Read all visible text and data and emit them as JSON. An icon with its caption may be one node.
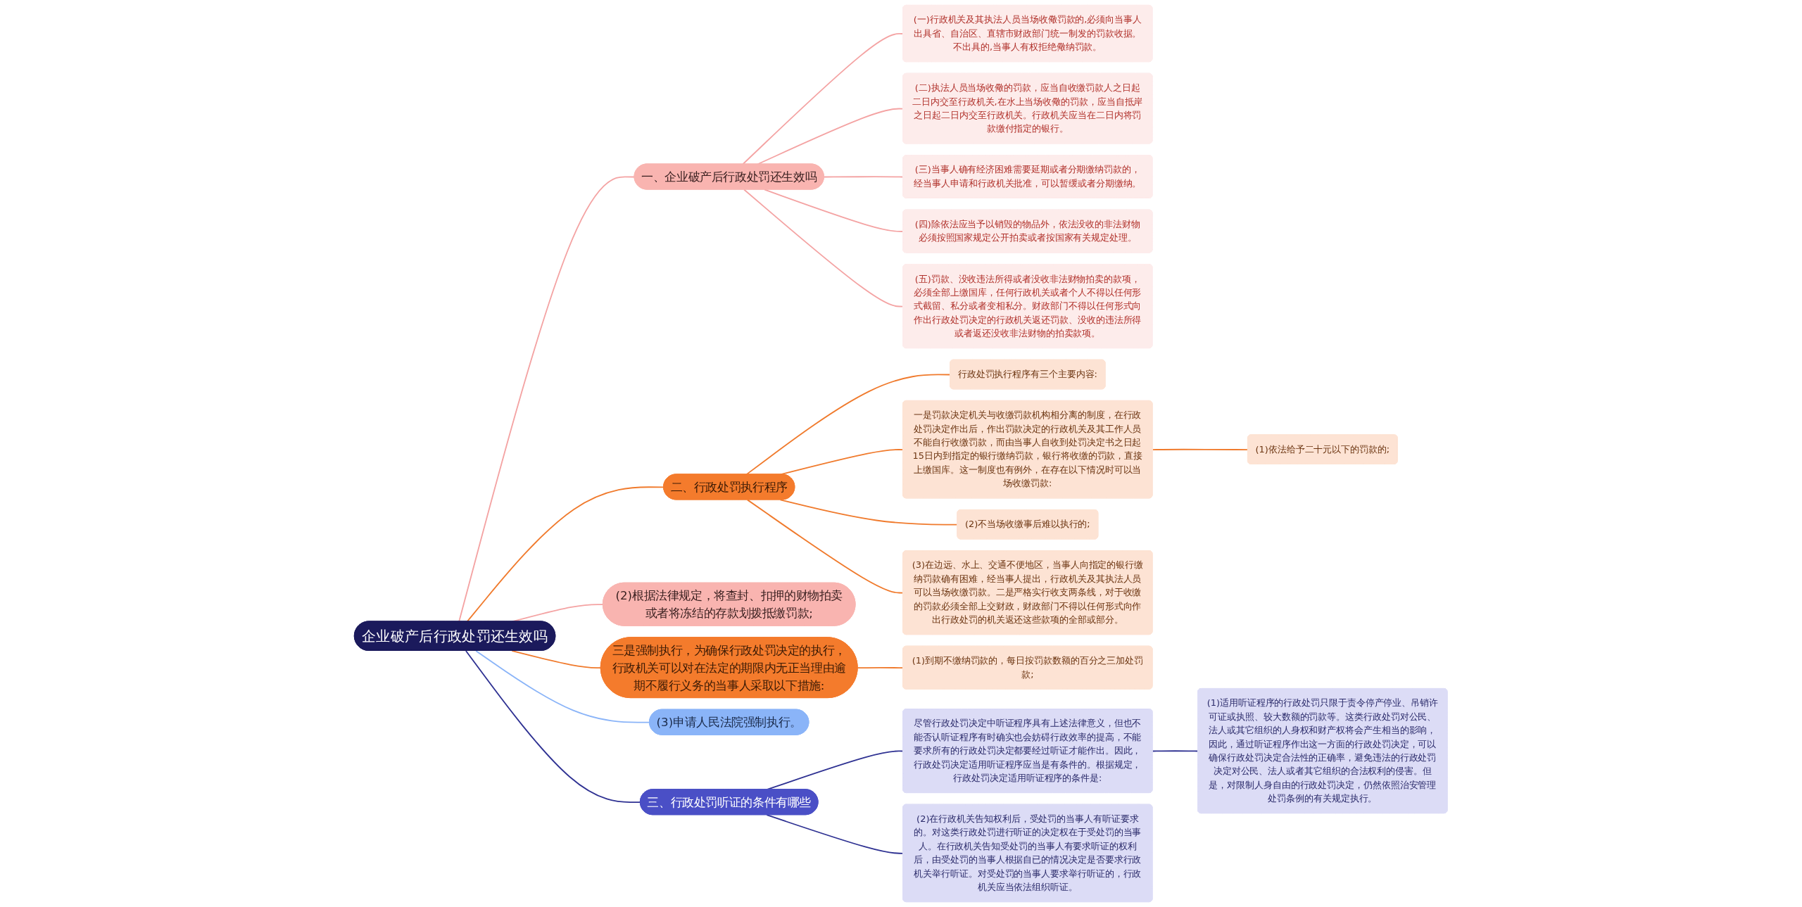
{
  "diagram": {
    "nodes": [
      {
        "text": [
          "企业破产后行政处罚还生效吗"
        ]
      },
      {
        "text": [
          "一、企业破产后行政处罚还生效吗"
        ]
      },
      {
        "text": [
          "(一)行政机关及其执法人员当场收儆罚款的,必须向当事人出具省、自治区、直辖市财政部门统一制发的罚款收据。不出具的,当事人有权拒绝儆纳罚款。"
        ]
      },
      {
        "text": [
          "(二)执法人员当场收儆的罚款，应当自收缴罚款人之日起二日内交至行政机关,在水上当场收儆的罚款，应当自抵岸之日起二日内交至行政机关。行政机关应当在二日内将罚款缴付指定的银行。"
        ]
      },
      {
        "text": [
          "(三)当事人确有经济困难需要延期或者分期缴纳罚款的，经当事人申请和行政机关批准，可以暂缓或者分期缴纳。"
        ]
      },
      {
        "text": [
          "(四)除依法应当予以销毁的物品外，依法没收的非法财物必须按照国家规定公开拍卖或者按国家有关规定处理。"
        ]
      },
      {
        "text": [
          "(五)罚款、没收违法所得或者没收非法财物拍卖的款项，必须全部上缴国库，任何行政机关或者个人不得以任何形式截留、私分或者变相私分。财政部门不得以任何形式向作出行政处罚决定的行政机关返还罚款、没收的违法所得或者返还没收非法财物的拍卖款项。"
        ]
      },
      {
        "text": [
          "二、行政处罚执行程序"
        ]
      },
      {
        "text": [
          "行政处罚执行程序有三个主要内容:"
        ]
      },
      {
        "text": [
          "一是罚款决定机关与收缴罚款机构相分离的制度，在行政处罚决定作出后，作出罚款决定的行政机关及其工作人员不能自行收缴罚款，而由当事人自收到处罚决定书之日起15日内到指定的银行缴纳罚款，银行将收缴的罚款，直接上缴国库。这一制度也有例外，在存在以下情况时可以当场收缴罚款:"
        ]
      },
      {
        "text": [
          "(1)依法给予二十元以下的罚款的;"
        ]
      },
      {
        "text": [
          "(2)不当场收缴事后难以执行的;"
        ]
      },
      {
        "text": [
          "(3)在边远、水上、交通不便地区，当事人向指定的银行缴纳罚款确有困难，经当事人提出，行政机关及其执法人员可以当场收缴罚款。二是严格实行收支两条线，对于收缴的罚款必须全部上交财政，财政部门不得以任何形式向作出行政处罚的机关返还这些款项的全部或部分。"
        ]
      },
      {
        "text": [
          "(2)根据法律规定，将查封、扣押的财物拍卖或者将冻结的存款划拨抵缴罚款;"
        ]
      },
      {
        "text": [
          "三是强制执行，为确保行政处罚决定的执行，行政机关可以对在法定的期限内无正当理由逾期不履行义务的当事人采取以下措施:"
        ]
      },
      {
        "text": [
          "(1)到期不缴纳罚款的，每日按罚款数额的百分之三加处罚款;"
        ]
      },
      {
        "text": [
          "(3)申请人民法院强制执行。"
        ]
      },
      {
        "text": [
          "三、行政处罚听证的条件有哪些"
        ]
      },
      {
        "text": [
          "尽管行政处罚决定中听证程序具有上述法律意义，但也不能否认听证程序有时确实也会妨碍行政效率的提高，不能要求所有的行政处罚决定都要经过听证才能作出。因此，行政处罚决定适用听证程序应当是有条件的。根据规定，行政处罚决定适用听证程序的条件是:"
        ]
      },
      {
        "text": [
          "(1)适用听证程序的行政处罚只限于责令停产停业、吊销许可证或执照、较大数额的罚款等。这类行政处罚对公民、法人或其它组织的人身权和财产权将会产生相当的影响，因此，通过听证程序作出这一方面的行政处罚决定，可以确保行政处罚决定合法性的正确率，避免违法的行政处罚决定对公民、法人或者其它组织的合法权利的侵害。但是，对限制人身自由的行政处罚决定，仍然依照治安管理处罚条例的有关规定执行。"
        ]
      },
      {
        "text": [
          "(2)在行政机关告知权利后，受处罚的当事人有听证要求的。对这类行政处罚进行听证的决定权在于受处罚的当事人。在行政机关告知受处罚的当事人有要求听证的权利后，由受处罚的当事人根据自已的情况决定是否要求行政机关举行听证。对受处罚的当事人要求举行听证的，行政机关应当依法组织听证。"
        ]
      }
    ],
    "edges": [
      {
        "from": 0,
        "to": 1,
        "arrow": "none",
        "color": "#f4a3a3"
      },
      {
        "from": 1,
        "to": 2,
        "arrow": "none",
        "color": "#f4a3a3"
      },
      {
        "from": 1,
        "to": 3,
        "arrow": "none",
        "color": "#f4a3a3"
      },
      {
        "from": 1,
        "to": 4,
        "arrow": "none",
        "color": "#f4a3a3"
      },
      {
        "from": 1,
        "to": 5,
        "arrow": "none",
        "color": "#f4a3a3"
      },
      {
        "from": 1,
        "to": 6,
        "arrow": "none",
        "color": "#f4a3a3"
      },
      {
        "from": 0,
        "to": 7,
        "arrow": "none",
        "color": "#f07a2c"
      },
      {
        "from": 7,
        "to": 8,
        "arrow": "none",
        "color": "#f07a2c"
      },
      {
        "from": 7,
        "to": 9,
        "arrow": "none",
        "color": "#f07a2c"
      },
      {
        "from": 9,
        "to": 10,
        "arrow": "none",
        "color": "#f07a2c"
      },
      {
        "from": 7,
        "to": 11,
        "arrow": "none",
        "color": "#f07a2c"
      },
      {
        "from": 7,
        "to": 12,
        "arrow": "none",
        "color": "#f07a2c"
      },
      {
        "from": 0,
        "to": 13,
        "arrow": "none",
        "color": "#f4a3a3"
      },
      {
        "from": 0,
        "to": 14,
        "arrow": "none",
        "color": "#f07a2c"
      },
      {
        "from": 14,
        "to": 15,
        "arrow": "none",
        "color": "#f07a2c"
      },
      {
        "from": 0,
        "to": 16,
        "arrow": "none",
        "color": "#8ab4f8"
      },
      {
        "from": 0,
        "to": 17,
        "arrow": "none",
        "color": "#2e3192"
      },
      {
        "from": 17,
        "to": 18,
        "arrow": "none",
        "color": "#2e3192"
      },
      {
        "from": 18,
        "to": 19,
        "arrow": "none",
        "color": "#2e3192"
      },
      {
        "from": 17,
        "to": 20,
        "arrow": "none",
        "color": "#2e3192"
      }
    ]
  }
}
